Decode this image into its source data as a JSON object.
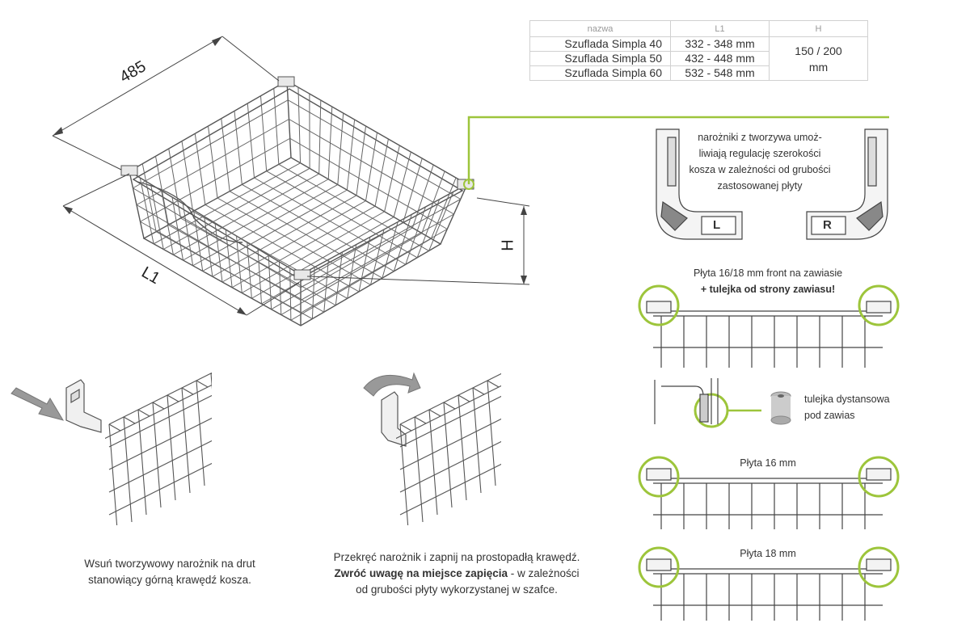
{
  "table": {
    "headers": [
      "nazwa",
      "L1",
      "H"
    ],
    "rows": [
      {
        "name": "Szuflada Simpla 40",
        "l1": "332 - 348 mm"
      },
      {
        "name": "Szuflada Simpla 50",
        "l1": "432 - 448 mm"
      },
      {
        "name": "Szuflada Simpla 60",
        "l1": "532 - 548 mm"
      }
    ],
    "h_line1": "150 / 200",
    "h_line2": "mm"
  },
  "dimensions": {
    "depth": "485",
    "length": "L1",
    "height": "H"
  },
  "corner_note": {
    "lines": [
      "narożniki z tworzywa umoż-",
      "liwiają regulację szerokości",
      "kosza w zależności od grubości",
      "zastosowanej płyty"
    ],
    "left_label": "L",
    "right_label": "R"
  },
  "front_panel": {
    "line1": "Płyta 16/18 mm front na zawiasie",
    "line2": "+ tulejka od strony zawiasu!"
  },
  "spacer": {
    "line1": "tulejka dystansowa",
    "line2": "pod zawias"
  },
  "panel16": "Płyta 16 mm",
  "panel18": "Płyta 18 mm",
  "step1": {
    "line1": "Wsuń tworzywowy narożnik na drut",
    "line2": "stanowiący górną krawędź kosza."
  },
  "step2": {
    "line1": "Przekręć narożnik i zapnij na prostopadłą krawędź.",
    "line2_bold": "Zwróć uwagę na miejsce zapięcia",
    "line2_rest": " - w zależności",
    "line3": "od grubości płyty wykorzystanej w szafce."
  },
  "colors": {
    "accent_green": "#9dc53b",
    "line": "#333333",
    "basket": "#555555",
    "arrow": "#8a8a8a"
  }
}
